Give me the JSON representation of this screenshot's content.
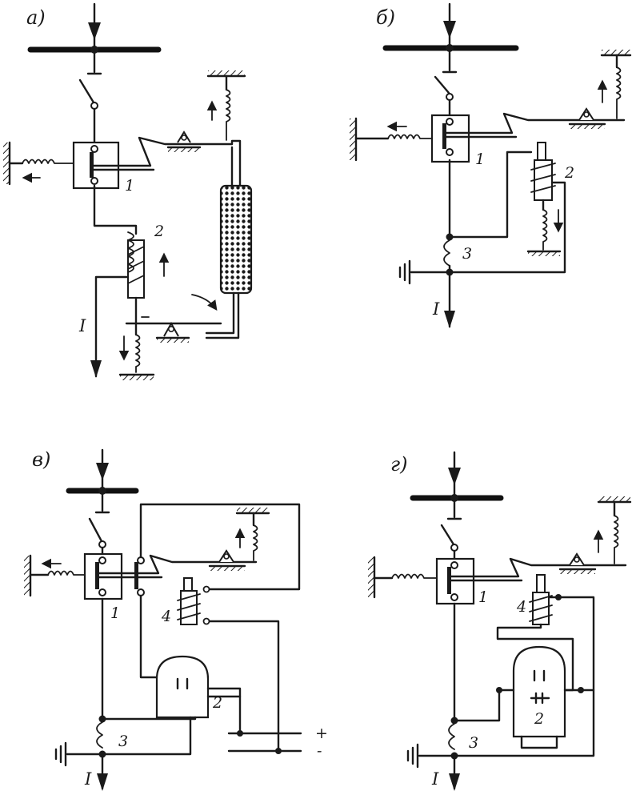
{
  "panels": [
    {
      "id": "a",
      "label": "a)",
      "parts": {
        "breaker": "1",
        "relay": "2"
      },
      "current": "I"
    },
    {
      "id": "b",
      "label": "б)",
      "parts": {
        "breaker": "1",
        "relay": "2",
        "transformer": "3"
      },
      "current": "I"
    },
    {
      "id": "v",
      "label": "в)",
      "parts": {
        "breaker": "1",
        "relay": "2",
        "transformer": "3",
        "trip_coil": "4"
      },
      "current": "I",
      "supply_plus": "+",
      "supply_minus": "-"
    },
    {
      "id": "g",
      "label": "г)",
      "parts": {
        "breaker": "1",
        "relay": "2",
        "transformer": "3",
        "trip_coil": "4"
      },
      "current": "I"
    }
  ],
  "colors": {
    "ink": "#1a1a1a",
    "background": "#ffffff"
  }
}
